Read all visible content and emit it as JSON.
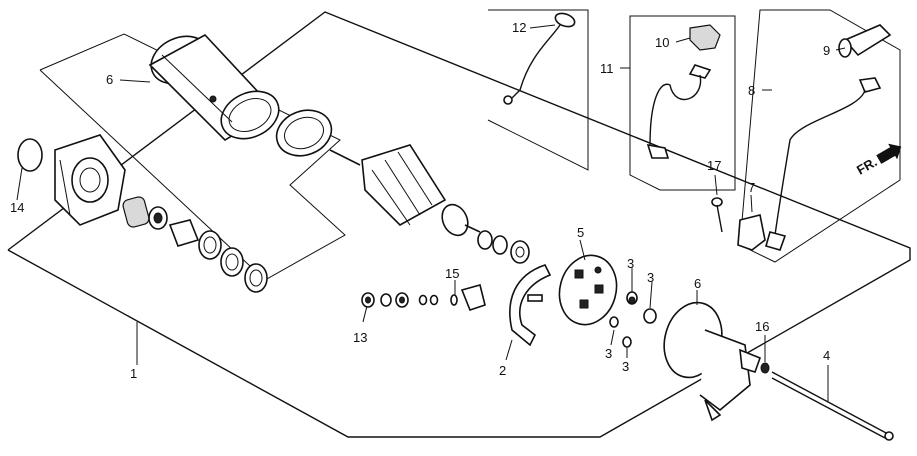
{
  "diagram": {
    "labels": {
      "p1": "1",
      "p2": "2",
      "p3a": "3",
      "p3b": "3",
      "p3c": "3",
      "p3d": "3",
      "p4": "4",
      "p5": "5",
      "p6a": "6",
      "p6b": "6",
      "p7": "7",
      "p8": "8",
      "p9": "9",
      "p10": "10",
      "p11": "11",
      "p12": "12",
      "p13": "13",
      "p14": "14",
      "p15": "15",
      "p16": "16",
      "p17": "17"
    },
    "direction_marker": "FR."
  }
}
